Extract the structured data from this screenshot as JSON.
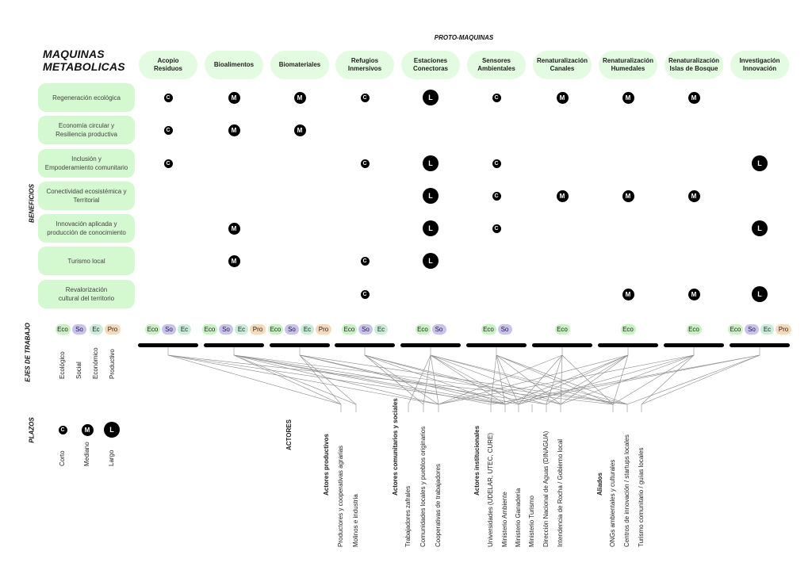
{
  "title": [
    "MAQUINAS",
    "METABOLICAS"
  ],
  "proto_title": "PROTO-MAQUINAS",
  "side_labels": {
    "beneficios": "BENEFICIOS",
    "ejes": "EJES DE TRABAJO",
    "plazos": "PLAZOS"
  },
  "columns": [
    "Acopio\nResiduos",
    "Bioalimentos",
    "Biomateriales",
    "Refugios\nInmersivos",
    "Estaciones\nConectoras",
    "Sensores\nAmbientales",
    "Renaturalización\nCanales",
    "Renaturalización\nHumedales",
    "Renaturalización\nIslas de Bosque",
    "Investigación\nInnovación"
  ],
  "rows": [
    "Regeneración ecológica",
    "Economía circular y\nResiliencia productiva",
    "Inclusión y\nEmpoderamiento comunitario",
    "Conectividad ecosistémica y\nTerritorial",
    "Innovación aplicada y\nproducción de conocimiento",
    "Turismo local",
    "Revalorización\ncultural del territorio"
  ],
  "matrix": [
    [
      "C",
      "M",
      "M",
      "C",
      "L",
      "C",
      "M",
      "M",
      "M",
      ""
    ],
    [
      "C",
      "M",
      "M",
      "",
      "",
      "",
      "",
      "",
      "",
      ""
    ],
    [
      "C",
      "",
      "",
      "C",
      "L",
      "C",
      "",
      "",
      "",
      "L"
    ],
    [
      "",
      "",
      "",
      "",
      "L",
      "C",
      "M",
      "M",
      "M",
      ""
    ],
    [
      "",
      "M",
      "",
      "",
      "L",
      "C",
      "",
      "",
      "",
      "L"
    ],
    [
      "",
      "M",
      "",
      "C",
      "L",
      "",
      "",
      "",
      "",
      ""
    ],
    [
      "",
      "",
      "",
      "C",
      "",
      "",
      "",
      "M",
      "M",
      "L"
    ]
  ],
  "axes_legend": {
    "tags": [
      "Eco",
      "So",
      "Ec",
      "Pro"
    ],
    "names": [
      "Ecológico",
      "Social",
      "Económico",
      "Productivo"
    ]
  },
  "column_axes": [
    [
      "Eco",
      "So",
      "Ec"
    ],
    [
      "Eco",
      "So",
      "Ec",
      "Pro"
    ],
    [
      "Eco",
      "So",
      "Ec",
      "Pro"
    ],
    [
      "Eco",
      "So",
      "Ec"
    ],
    [
      "Eco",
      "So"
    ],
    [
      "Eco",
      "So"
    ],
    [
      "Eco"
    ],
    [
      "Eco"
    ],
    [
      "Eco"
    ],
    [
      "Eco",
      "So",
      "Ec",
      "Pro"
    ]
  ],
  "plazos": {
    "letters": [
      "C",
      "M",
      "L"
    ],
    "names": [
      "Corto",
      "Mediano",
      "Largo"
    ]
  },
  "actors_title": "ACTORES",
  "actor_groups": [
    {
      "title": "Actores productivos",
      "items": [
        "Productores y cooperativas agrarias",
        "Molinos e industria"
      ]
    },
    {
      "title": "Actores comunitarios y sociales",
      "items": [
        "Trabajadores zafrales",
        "Comunidades locales y pueblos originarios",
        "Cooperativas de trabajadores"
      ]
    },
    {
      "title": "Actores institucionales",
      "items": [
        "Universidades (UDELAR, UTEC, CURE)",
        "Ministerio Ambiente",
        "Ministerio Ganadería",
        "Ministerio Turismo",
        "Dirección Nacional de Aguas (DINAGUA)",
        "Intendencia de Rocha / Gobierno local"
      ]
    },
    {
      "title": "Aliados",
      "items": [
        "ONGs ambientales y culturales",
        "Centros de innovación / startups locales",
        "Turismo comunitario / guías locales"
      ]
    }
  ]
}
